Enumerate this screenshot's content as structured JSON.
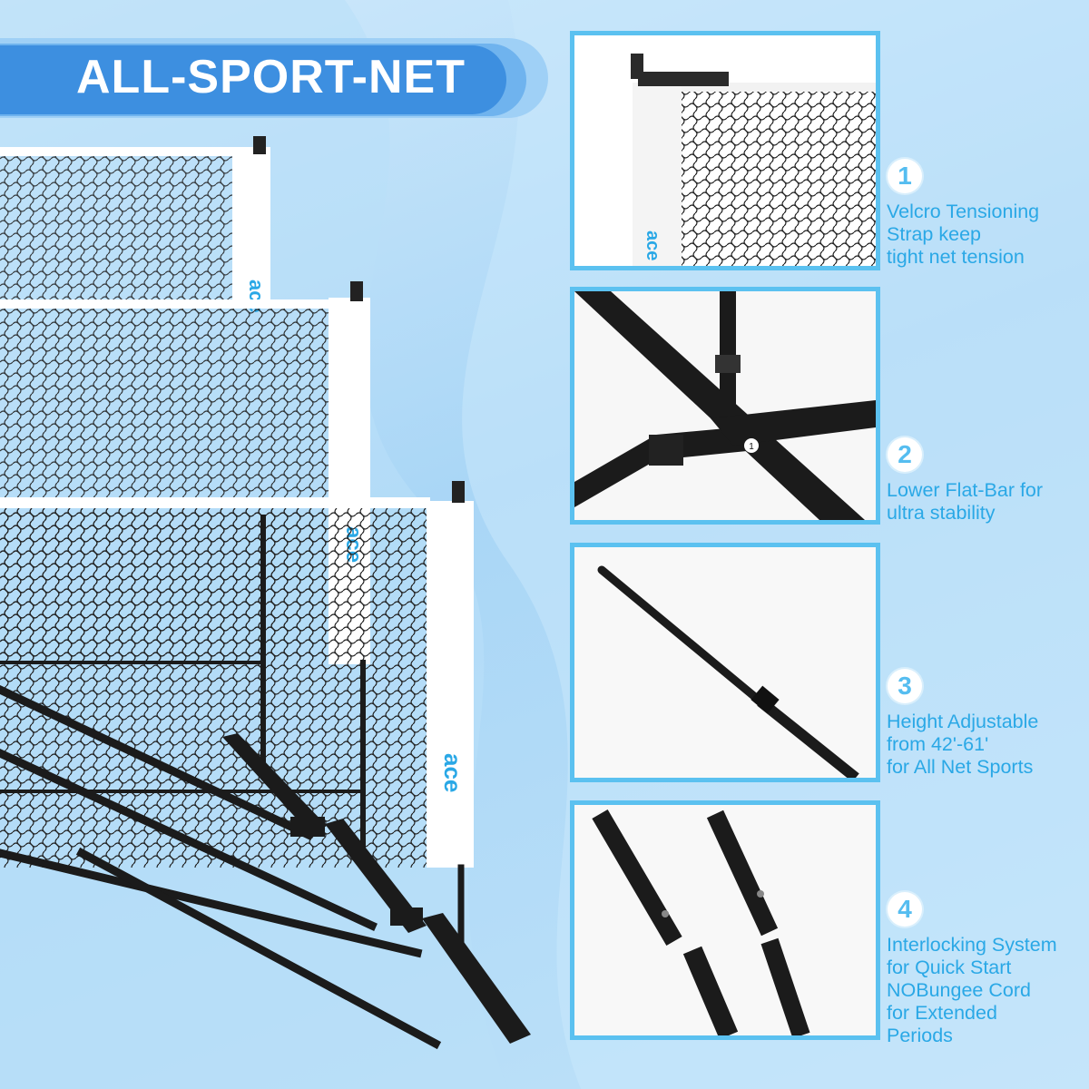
{
  "title": "ALL-SPORT-NET",
  "brand": "ace",
  "colors": {
    "accent": "#2aa8e6",
    "banner": "#3d8fe0",
    "panel_border": "#5bc1f0",
    "frame": "#1b1b1b"
  },
  "features": [
    {
      "number": "1",
      "lines": [
        "Velcro Tensioning",
        "Strap keep",
        "tight net tension"
      ]
    },
    {
      "number": "2",
      "lines": [
        "Lower Flat-Bar for",
        "ultra stability"
      ]
    },
    {
      "number": "3",
      "lines": [
        "Height Adjustable",
        "from 42'-61'",
        "for All Net Sports"
      ]
    },
    {
      "number": "4",
      "lines": [
        "Interlocking System",
        "for Quick Start",
        "NOBungee Cord",
        "for Extended",
        "Periods"
      ]
    }
  ],
  "panels": [
    {
      "name": "velcro-strap-closeup"
    },
    {
      "name": "flat-bar-base-closeup"
    },
    {
      "name": "adjustable-pole-closeup"
    },
    {
      "name": "interlocking-pole-closeup"
    }
  ],
  "base_label": "1"
}
